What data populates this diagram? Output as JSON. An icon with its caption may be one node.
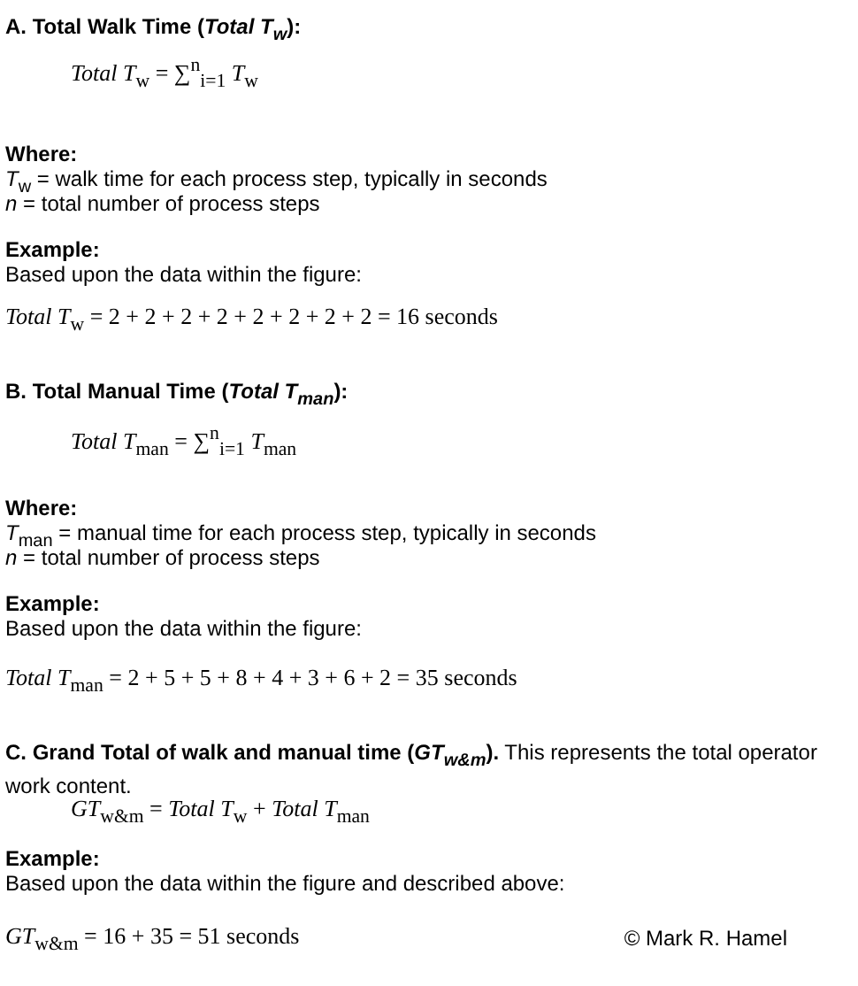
{
  "diagram": {
    "labels": [
      "A. Total Walk Time (*Total T$_{w}$*):",
      "*Total T*$_{w}$ = ∑$^{n}$$_{i=1}$ *T*$_{w}$",
      "Where:",
      "*T*$_{w}$ = walk time for each process step, typically in seconds",
      "*n* = total number of process steps",
      "Example:",
      "Based upon the data within the figure:",
      "*Total T*$_{w}$ = 2 + 2 + 2 + 2 + 2 + 2 + 2 + 2 = 16 seconds",
      "B. Total Manual Time (*Total T$_{man}$*):",
      "*Total T*$_{man}$ = ∑$^{n}$$_{i=1}$ *T*$_{man}$",
      "Where:",
      "*T*$_{man}$ = manual time for each process step, typically in seconds",
      "*n* = total number of process steps",
      "Example:",
      "Based upon the data within the figure:",
      "*Total T*$_{man}$ = 2 + 5 + 5 + 8 + 4 + 3 + 6 + 2 = 35 seconds",
      "**C. Grand Total of walk and manual time (*GT$_{w&m}$*).** This represents the total operator work content.",
      "*GT*$_{w&m}$ = *Total T*$_{w}$ + *Total T*$_{man}$",
      "Example:",
      "Based upon the data within the figure and described above:",
      "*GT*$_{w&m}$ = 16 + 35 = 51 seconds",
      "© Mark R. Hamel"
    ]
  }
}
